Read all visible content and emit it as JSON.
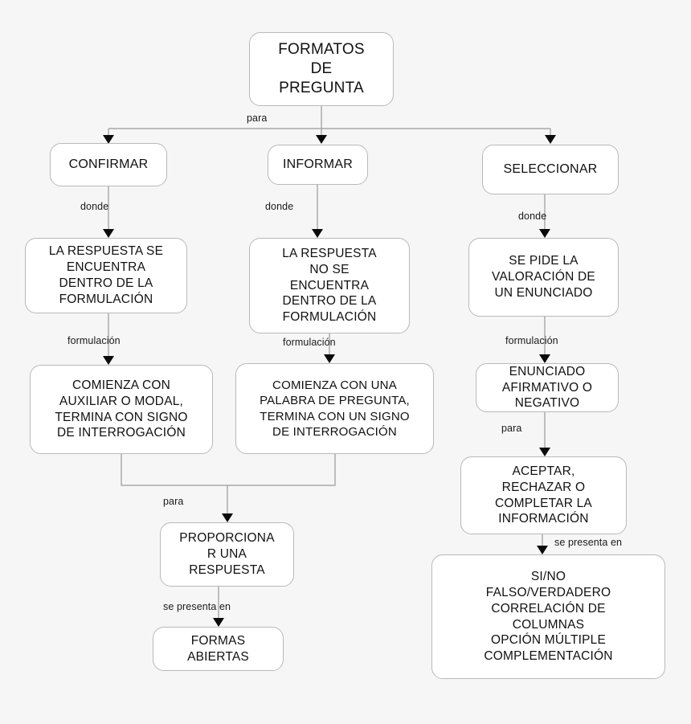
{
  "diagram": {
    "title": "FORMATOS DE PREGUNTA",
    "type": "flowchart",
    "nodes": {
      "root": "FORMATOS\nDE\nPREGUNTA",
      "confirmar": "CONFIRMAR",
      "informar": "INFORMAR",
      "seleccionar": "SELECCIONAR",
      "respuesta_dentro": "LA RESPUESTA SE\nENCUENTRA\nDENTRO DE  LA\nFORMULACIÓN",
      "respuesta_no_dentro": "LA RESPUESTA\nNO SE\nENCUENTRA\nDENTRO DE  LA\nFORMULACIÓN",
      "se_pide": "SE PIDE LA\nVALORACIÓN DE\nUN ENUNCIADO",
      "auxiliar_modal": "COMIENZA CON\nAUXILIAR O MODAL,\nTERMINA CON SIGNO\nDE INTERROGACIÓN",
      "palabra_pregunta": "COMIENZA CON UNA\nPALABRA DE PREGUNTA,\nTERMINA CON UN SIGNO\nDE INTERROGACIÓN",
      "enunciado": "ENUNCIADO\nAFIRMATIVO O\nNEGATIVO",
      "aceptar": "ACEPTAR,\nRECHAZAR  O\nCOMPLETAR LA\nINFORMACIÓN",
      "proporcionar": "PROPORCIONA\nR UNA\nRESPUESTA",
      "formas_abiertas": "FORMAS\nABIERTAS",
      "tipos_seleccion": "SI/NO\nFALSO/VERDADERO\nCORRELACIÓN DE\nCOLUMNAS\nOPCIÓN MÚLTIPLE\nCOMPLEMENTACIÓN"
    },
    "edge_labels": {
      "root_para": "para",
      "confirmar_donde": "donde",
      "informar_donde": "donde",
      "seleccionar_donde": "donde",
      "left_formulacion": "formulación",
      "mid_formulacion": "formulación",
      "right_formulacion": "formulación",
      "merge_para": "para",
      "proporcionar_se_presenta": "se presenta en",
      "enunciado_para": "para",
      "aceptar_se_presenta": "se presenta en"
    },
    "colors": {
      "background": "#f6f6f6",
      "node_fill": "#ffffff",
      "node_border": "#b9b9b9",
      "connector": "#9a9a9a",
      "arrowhead": "#0b0b0b",
      "text": "#111111"
    }
  }
}
